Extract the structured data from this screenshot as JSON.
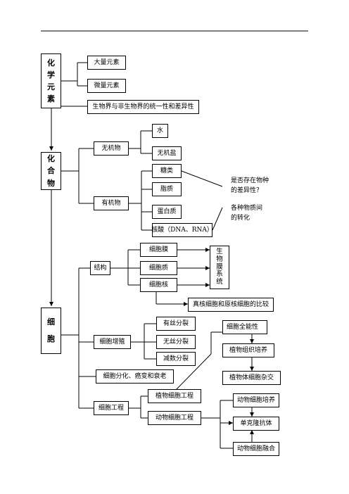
{
  "nodes": {
    "chemical_elements": [
      "化",
      "学",
      "元",
      "素"
    ],
    "macro_elements": "大量元素",
    "micro_elements": "微量元素",
    "unity_diversity": "生物界与非生物界的统一性和差异性",
    "compounds": [
      "化",
      "合",
      "物"
    ],
    "inorganic": "无机物",
    "water": "水",
    "inorganic_salt": "无机盐",
    "organic": "有机物",
    "sugar": "糖类",
    "lipid": "脂质",
    "protein": "蛋白质",
    "nucleic_acid": "核酸（DNA、RNA）",
    "species_question": "是否存在物种\n的差异性？",
    "conversion": "各种物质间\n的转化",
    "cell": [
      "细",
      "胞"
    ],
    "structure": "结构",
    "cell_membrane": "细胞膜",
    "cytoplasm": "细胞质",
    "nucleus": "细胞核",
    "biomembrane_system": [
      "生",
      "物",
      "膜",
      "系",
      "统"
    ],
    "eukaryote_prokaryote": "真核细胞和原核细胞的比较",
    "proliferation": "细胞增殖",
    "mitosis": "有丝分裂",
    "amitosis": "无丝分裂",
    "meiosis": "减数分裂",
    "totipotency": "细胞全能性",
    "plant_tissue_culture": "植物组织培养",
    "plant_hybridization": "植物体细胞杂交",
    "differentiation": "细胞分化、癌变和衰老",
    "cell_engineering": "细胞工程",
    "plant_cell_engineering": "植物细胞工程",
    "animal_cell_engineering": "动物细胞工程",
    "animal_culture": "动物细胞培养",
    "monoclonal": "单克隆抗体",
    "animal_fusion": "动物细胞融合"
  }
}
